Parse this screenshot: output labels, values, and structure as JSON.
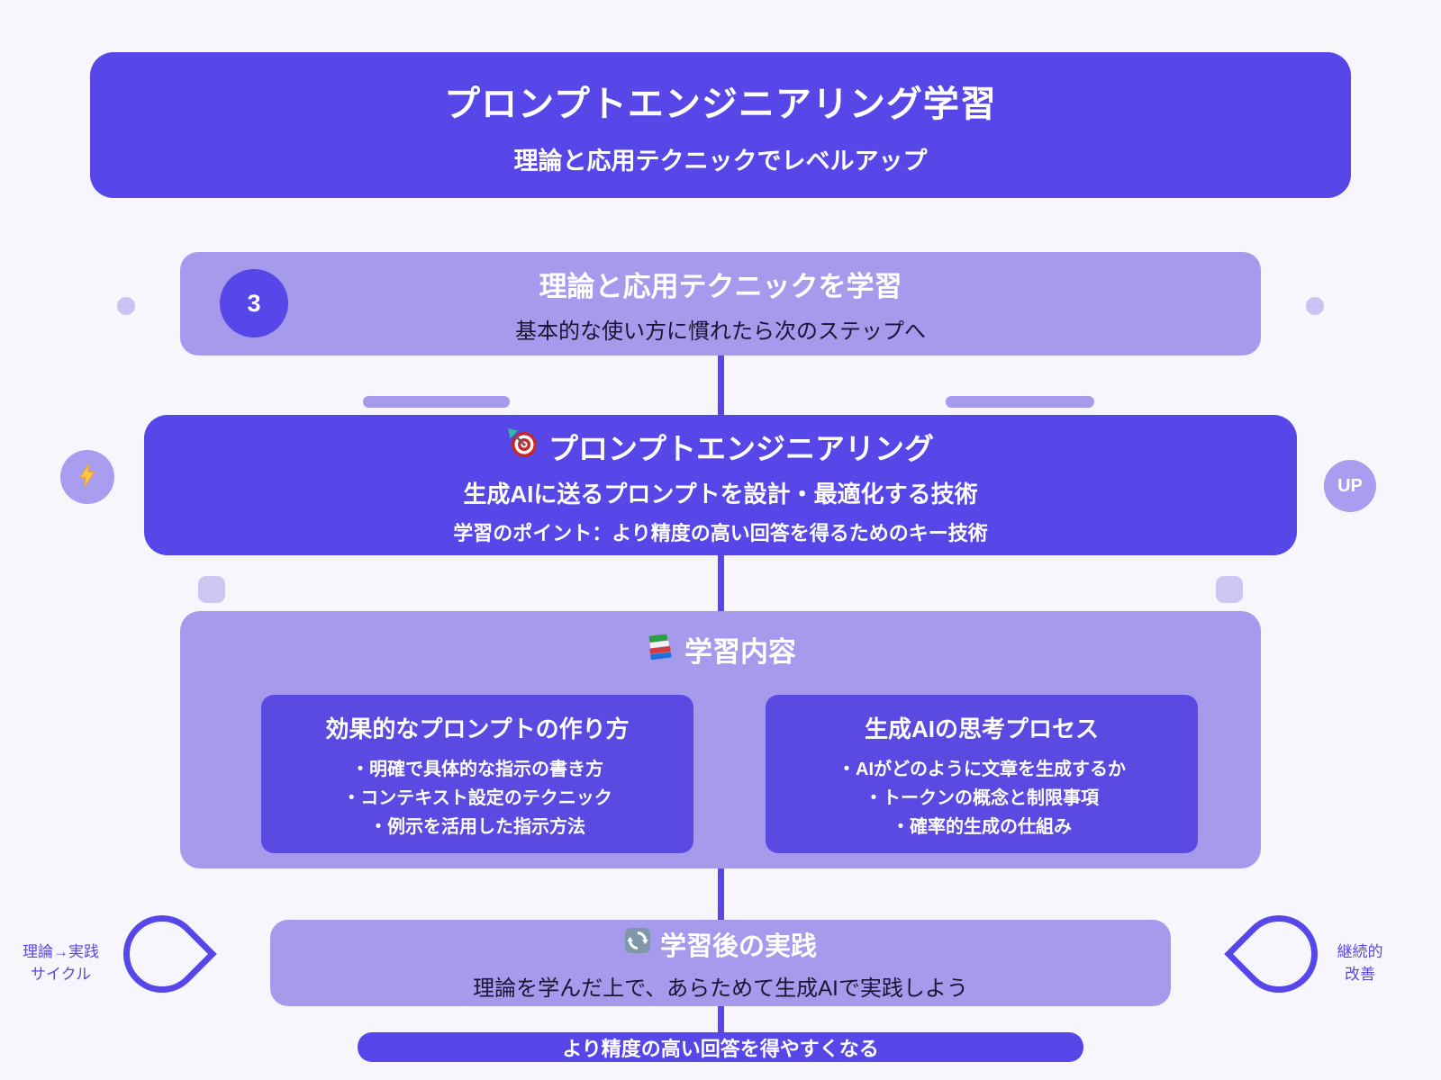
{
  "title_block": {
    "title": "プロンプトエンジニアリング学習",
    "subtitle": "理論と応用テクニックでレベルアップ"
  },
  "step_banner": {
    "number": "3",
    "title": "理論と応用テクニックを学習",
    "subtitle": "基本的な使い方に慣れたら次のステップへ"
  },
  "concept_box": {
    "icon": "target-dart-icon",
    "icon_char": "🎯",
    "title": "プロンプトエンジニアリング",
    "line2": "生成AIに送るプロンプトを設計・最適化する技術",
    "line3": "学習のポイント：より精度の高い回答を得るためのキー技術"
  },
  "content_box": {
    "icon": "books-icon",
    "icon_char": "📚",
    "title": "学習内容",
    "cards": [
      {
        "title": "効果的なプロンプトの作り方",
        "items": [
          "・明確で具体的な指示の書き方",
          "・コンテキスト設定のテクニック",
          "・例示を活用した指示方法"
        ]
      },
      {
        "title": "生成AIの思考プロセス",
        "items": [
          "・AIがどのように文章を生成するか",
          "・トークンの概念と制限事項",
          "・確率的生成の仕組み"
        ]
      }
    ]
  },
  "practice_box": {
    "icon": "counterclockwise-arrows-icon",
    "icon_char": "🔄",
    "title": "学習後の実践",
    "subtitle": "理論を学んだ上で、あらためて生成AIで実践しよう"
  },
  "outcome_pill": {
    "label": "より精度の高い回答を得やすくなる"
  },
  "badges": {
    "left_icon": "lightning-bolt-icon",
    "left_char": "⚡",
    "right_label": "UP"
  },
  "cycle_labels": {
    "left": [
      "理論→実践",
      "サイクル"
    ],
    "right": [
      "継続的",
      "改善"
    ]
  },
  "colors": {
    "primary_purple": "#5746E8",
    "card_purple": "#5B4AE1",
    "light_purple": "#A69AEC",
    "pale_lavender": "#C9C2F2",
    "side_circle": "#A89DEE",
    "background": "#F7F6FC",
    "dark_text": "#1B1433",
    "label_purple": "#5B48E0"
  }
}
